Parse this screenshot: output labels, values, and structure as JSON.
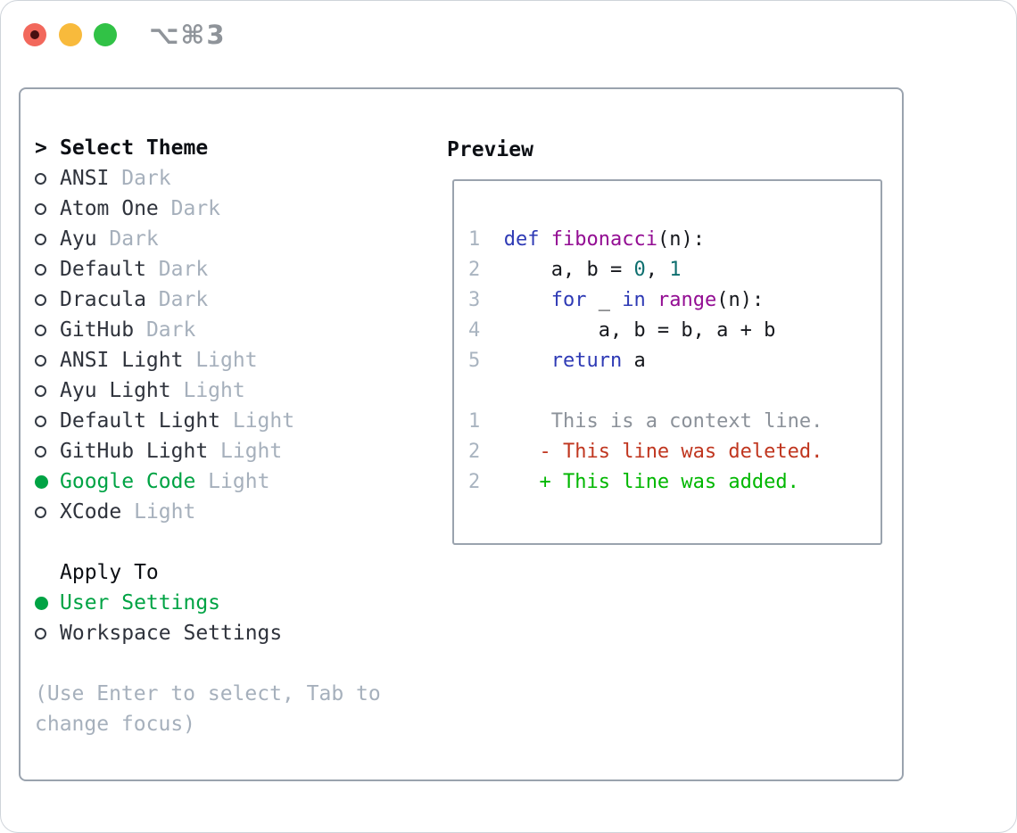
{
  "titlebar": {
    "shortcut": "⌥⌘3",
    "buttons": [
      "close",
      "minimize",
      "zoom"
    ]
  },
  "colors": {
    "selected_green": "#00a344",
    "item_text": "#2f333c",
    "variant_gray": "#a6b0bc",
    "hint_gray": "#a6b0bc",
    "header_black": "#0c0f14",
    "box_border": "#9aa3ae",
    "num": "#a9b4c0",
    "plain": "#16181d",
    "kw": "#2e3ab5",
    "typ": "#930d93",
    "lit": "#0e6f6f",
    "ctx": "#8b9199",
    "del": "#c0361f",
    "add": "#00b700",
    "traffic_red": "#f2685c",
    "traffic_yellow": "#f8ba3c",
    "traffic_green": "#31c246"
  },
  "left": {
    "header_marker": ">",
    "header": "Select Theme",
    "themes": [
      {
        "name": "ANSI",
        "variant": "Dark",
        "selected": false
      },
      {
        "name": "Atom One",
        "variant": "Dark",
        "selected": false
      },
      {
        "name": "Ayu",
        "variant": "Dark",
        "selected": false
      },
      {
        "name": "Default",
        "variant": "Dark",
        "selected": false
      },
      {
        "name": "Dracula",
        "variant": "Dark",
        "selected": false
      },
      {
        "name": "GitHub",
        "variant": "Dark",
        "selected": false
      },
      {
        "name": "ANSI Light",
        "variant": "Light",
        "selected": false
      },
      {
        "name": "Ayu Light",
        "variant": "Light",
        "selected": false
      },
      {
        "name": "Default Light",
        "variant": "Light",
        "selected": false
      },
      {
        "name": "GitHub Light",
        "variant": "Light",
        "selected": false
      },
      {
        "name": "Google Code",
        "variant": "Light",
        "selected": true
      },
      {
        "name": "XCode",
        "variant": "Light",
        "selected": false
      }
    ],
    "apply_to_label": "Apply To",
    "apply_options": [
      {
        "label": "User Settings",
        "selected": true
      },
      {
        "label": "Workspace Settings",
        "selected": false
      }
    ],
    "hint": "(Use Enter to select, Tab to change focus)"
  },
  "preview": {
    "label": "Preview",
    "lines": [
      {
        "segs": [
          [
            "1",
            "num"
          ],
          [
            "  ",
            "plain"
          ],
          [
            "def",
            "kw"
          ],
          [
            " ",
            "plain"
          ],
          [
            "fibonacci",
            "typ"
          ],
          [
            "(n):",
            "plain"
          ]
        ]
      },
      {
        "segs": [
          [
            "2",
            "num"
          ],
          [
            "      a, b = ",
            "plain"
          ],
          [
            "0",
            "lit"
          ],
          [
            ", ",
            "plain"
          ],
          [
            "1",
            "lit"
          ]
        ]
      },
      {
        "segs": [
          [
            "3",
            "num"
          ],
          [
            "      ",
            "plain"
          ],
          [
            "for",
            "kw"
          ],
          [
            " _ ",
            "plain"
          ],
          [
            "in",
            "kw"
          ],
          [
            " ",
            "plain"
          ],
          [
            "range",
            "typ"
          ],
          [
            "(n):",
            "plain"
          ]
        ]
      },
      {
        "segs": [
          [
            "4",
            "num"
          ],
          [
            "          a, b = b, a + b",
            "plain"
          ]
        ]
      },
      {
        "segs": [
          [
            "5",
            "num"
          ],
          [
            "      ",
            "plain"
          ],
          [
            "return",
            "kw"
          ],
          [
            " a",
            "plain"
          ]
        ]
      },
      {
        "segs": []
      },
      {
        "segs": [
          [
            "1",
            "num"
          ],
          [
            "      ",
            "plain"
          ],
          [
            "This is a context line.",
            "ctx"
          ]
        ]
      },
      {
        "segs": [
          [
            "2",
            "num"
          ],
          [
            "     ",
            "plain"
          ],
          [
            "- This line was deleted.",
            "del"
          ]
        ]
      },
      {
        "segs": [
          [
            "2",
            "num"
          ],
          [
            "     ",
            "plain"
          ],
          [
            "+ This line was added.",
            "add"
          ]
        ]
      }
    ]
  }
}
